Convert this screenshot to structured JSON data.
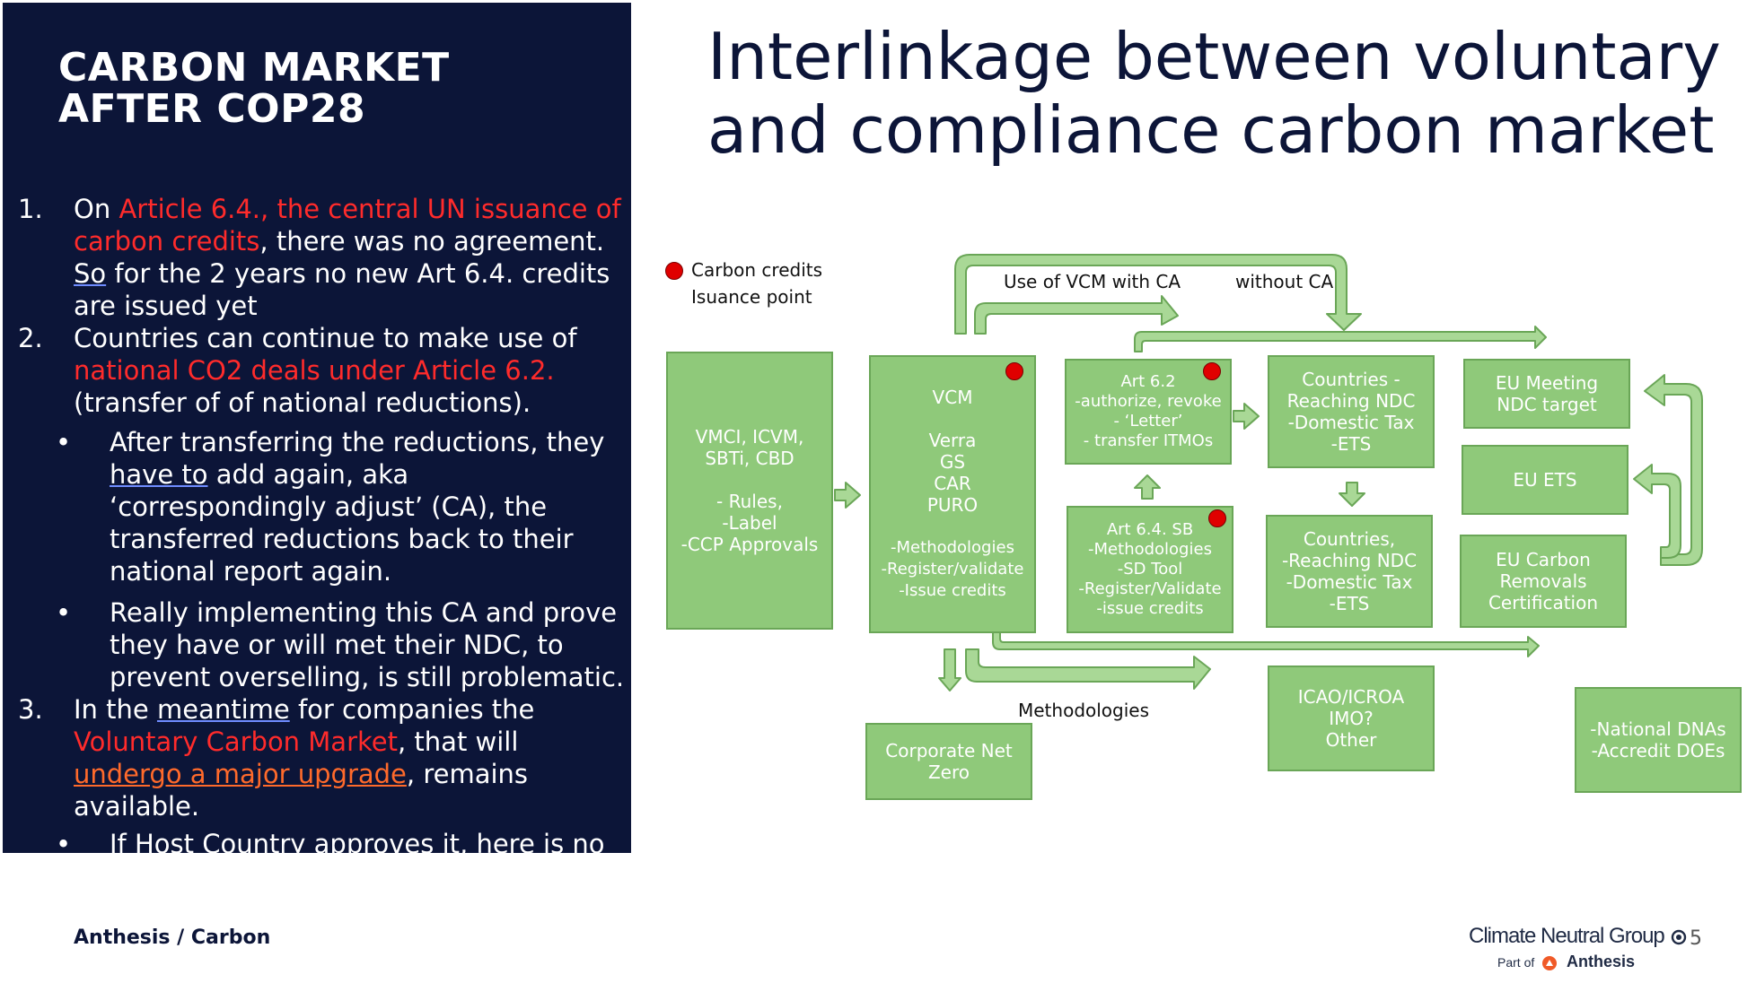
{
  "panel": {
    "title_lines": [
      "CARBON MARKET",
      "AFTER COP28"
    ],
    "points": [
      {
        "num": "1.",
        "t1": "On ",
        "t2": "Article 6.4., the central UN issuance of carbon credits",
        "t3": ", there was no agreement. ",
        "t4": "So",
        "t5": " for the 2 years no new Art 6.4. credits are issued yet"
      },
      {
        "num": "2.",
        "t1": "Countries can continue to make use of ",
        "t2": "national CO2 deals under Article 6.2.",
        "t3": " (transfer of of national reductions)."
      },
      {
        "bullet": "•",
        "t1": "After transferring the reductions, they ",
        "t2": "have to",
        "t3": " add again, aka ‘correspondingly adjust’ (CA), the transferred reductions back to their national report again."
      },
      {
        "bullet": "•",
        "t1": "Really implementing this CA and prove they have or will met their NDC, to prevent overselling, is still problematic."
      },
      {
        "num": "3.",
        "t1": "In the ",
        "t2": "meantime",
        "t3": " for companies the ",
        "t4": "Voluntary Carbon Market",
        "t5": ", that will ",
        "t6": "undergo a major upgrade",
        "t7": ", remains available."
      },
      {
        "bullet": "•",
        "t1": "If Host Country approves it, here is no CA needed"
      }
    ]
  },
  "title_lines": [
    "Interlinkage between voluntary",
    "and compliance carbon market"
  ],
  "legend": {
    "line1": "Carbon credits",
    "line2": "Isuance point"
  },
  "labels": {
    "vcm_with_ca": "Use of VCM with CA",
    "without_ca": "without CA",
    "methodologies": "Methodologies"
  },
  "boxes": {
    "standards": [
      "VMCI, ICVM,",
      "SBTi, CBD",
      "",
      "- Rules,",
      "-Label",
      "-CCP Approvals"
    ],
    "vcm": [
      "VCM",
      "",
      "Verra",
      "GS",
      "CAR",
      "PURO",
      "",
      "-Methodologies",
      "-Register/validate",
      "-Issue credits"
    ],
    "art62": [
      "Art 6.2",
      "-authorize, revoke",
      "- ‘Letter’",
      "- transfer ITMOs"
    ],
    "art64": [
      "Art 6.4. SB",
      "-Methodologies",
      "-SD Tool",
      "-Register/Validate",
      "-issue credits"
    ],
    "countries_top": [
      "Countries -",
      "Reaching NDC",
      "-Domestic Tax",
      "-ETS"
    ],
    "countries_bottom": [
      "Countries,",
      "-Reaching NDC",
      "-Domestic Tax",
      "-ETS"
    ],
    "eu_meeting": [
      "EU Meeting",
      "NDC target"
    ],
    "eu_ets": [
      "EU ETS"
    ],
    "eu_carbon": [
      "EU Carbon",
      "Removals",
      "Certification"
    ],
    "icao": [
      "ICAO/ICROA",
      "IMO?",
      "Other"
    ],
    "corporate": [
      "Corporate Net",
      "Zero"
    ],
    "national": [
      "-National DNAs",
      "-Accredit DOEs"
    ]
  },
  "colors": {
    "panel_bg": "#0c1538",
    "box_fill": "#8fc97a",
    "box_border": "#6aa657",
    "highlight_red": "#ff2b2b",
    "highlight_orange": "#ff6a2b",
    "dot": "#e00000"
  },
  "footer": {
    "left": "Anthesis / Carbon",
    "brand": "Climate Neutral Group",
    "brand_part": "Part of",
    "brand_parent": "Anthesis",
    "page": "5"
  }
}
